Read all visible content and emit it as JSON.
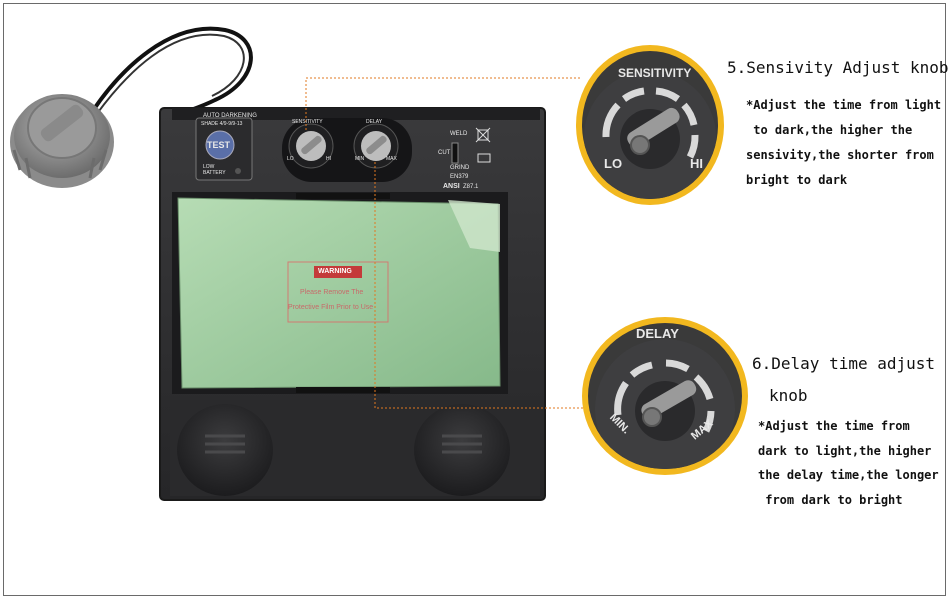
{
  "filter": {
    "auto_darkening": "AUTO DARKENING",
    "shade": "SHADE 4/9-9/9-13",
    "test_button": "TEST",
    "low_battery": "LOW\nBATTERY",
    "sensitivity_label": "SENSITIVITY",
    "sensitivity_lo": "LO",
    "sensitivity_hi": "HI",
    "delay_label": "DELAY",
    "delay_min": "MIN",
    "delay_max": "MAX",
    "weld": "WELD",
    "cut": "CUT",
    "grind": "GRIND",
    "en": "EN379",
    "ansi": "ANSI",
    "ansi_code": "Z87.1"
  },
  "sticker": {
    "warning": "WARNING",
    "line1": "Please Remove The",
    "line2": "Protective Film Prior to Use"
  },
  "callout_sensitivity": {
    "title": "5.Sensivity Adjust knob",
    "lines": [
      "*Adjust the time from light",
      " to dark,the higher the",
      "sensivity,the shorter from",
      "bright to dark"
    ],
    "zoom_title": "SENSITIVITY",
    "zoom_lo": "LO",
    "zoom_hi": "HI"
  },
  "callout_delay": {
    "title_line1": "6.Delay time adjust",
    "title_line2": "knob",
    "lines": [
      "*Adjust the time from",
      "dark to light,the higher",
      "the delay time,the longer",
      " from dark to bright"
    ],
    "zoom_title": "DELAY",
    "zoom_min": "MIN.",
    "zoom_max": "MAX"
  },
  "colors": {
    "accent_ring": "#f2b81f",
    "leader_line": "#e07820",
    "filter_body": "#2e2e30",
    "lens": "#9fc9a0"
  }
}
